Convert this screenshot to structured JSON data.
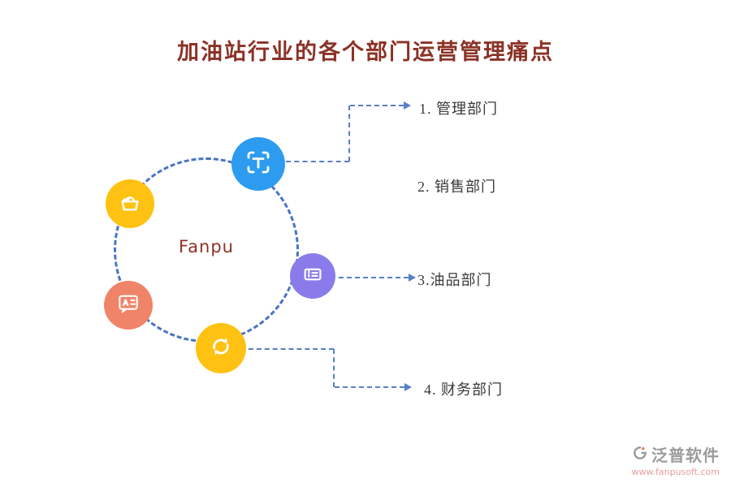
{
  "title": "加油站行业的各个部门运营管理痛点",
  "center_label": "Fanpu",
  "departments": [
    {
      "label": "1.  管理部门"
    },
    {
      "label": "2.  销售部门"
    },
    {
      "label": "3.油品部门"
    },
    {
      "label": "4.  财务部门"
    }
  ],
  "icons": {
    "top": "text-scan-icon",
    "upper_left": "basket-icon",
    "lower_left": "chat-translate-icon",
    "bottom": "sync-arrows-icon",
    "right": "ticket-icon",
    "footer": "fanpu-logo-icon"
  },
  "footer": {
    "brand": "泛普软件",
    "url": "www.fanpusoft.com"
  },
  "colors": {
    "title": "#8B3226",
    "circle_dash": "#4A74C4",
    "connector": "#5B7FC7",
    "icon_blue": "#2D9CF0",
    "icon_yellow": "#FFC112",
    "icon_coral": "#F08468",
    "icon_purple": "#897CEA",
    "label_text": "#3A3A3A",
    "brand_gray": "#9B9B9B",
    "url_pink": "#E89C9C"
  }
}
